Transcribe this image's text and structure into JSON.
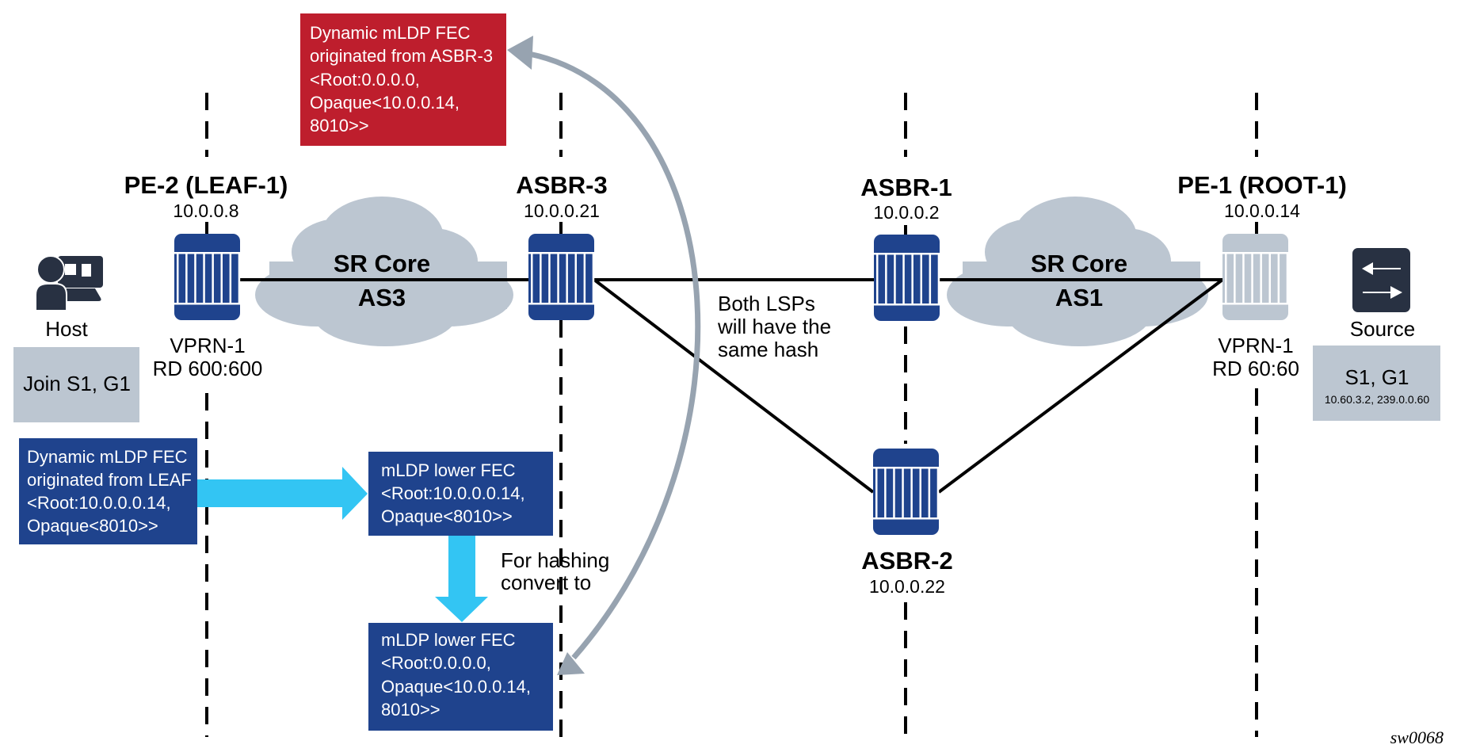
{
  "colors": {
    "router": "#1f438d",
    "router_faded": "#bcc6d1",
    "cloud": "#bcc6d1",
    "red_box": "#be1e2d",
    "blue_box": "#1f438d",
    "cyan_arrow": "#33c5f3",
    "gray_arrow": "#97a3b0",
    "icon_dark": "#283142",
    "gray_box": "#bcc6d1"
  },
  "nodes": {
    "pe2": {
      "name": "PE-2 (LEAF-1)",
      "ip": "10.0.0.8",
      "vprn": "VPRN-1",
      "rd": "RD 600:600"
    },
    "asbr3": {
      "name": "ASBR-3",
      "ip": "10.0.0.21"
    },
    "asbr1": {
      "name": "ASBR-1",
      "ip": "10.0.0.2"
    },
    "asbr2": {
      "name": "ASBR-2",
      "ip": "10.0.0.22"
    },
    "pe1": {
      "name": "PE-1 (ROOT-1)",
      "ip": "10.0.0.14",
      "vprn": "VPRN-1",
      "rd": "RD 60:60"
    }
  },
  "clouds": [
    {
      "line1": "SR Core",
      "line2": "AS3"
    },
    {
      "line1": "SR Core",
      "line2": "AS1"
    }
  ],
  "host": {
    "label": "Host",
    "icon": "host-user-icon",
    "box": "Join S1, G1"
  },
  "source": {
    "label": "Source",
    "icon": "switch-arrows-icon",
    "box_main": "S1, G1",
    "box_sub": "10.60.3.2, 239.0.0.60"
  },
  "red_box": {
    "lines": [
      "Dynamic mLDP FEC",
      "originated from ASBR-3",
      "<Root:0.0.0.0,",
      "Opaque<10.0.0.14,",
      "8010>>"
    ]
  },
  "leaf_box": {
    "lines": [
      "Dynamic mLDP FEC",
      "originated from LEAF",
      "<Root:10.0.0.0.14,",
      "Opaque<8010>>"
    ]
  },
  "lower_fec_1": {
    "lines": [
      "mLDP lower FEC",
      "<Root:10.0.0.0.14,",
      "Opaque<8010>>"
    ]
  },
  "lower_fec_2": {
    "lines": [
      "mLDP lower FEC",
      "<Root:0.0.0.0,",
      "Opaque<10.0.0.14,",
      "8010>>"
    ]
  },
  "hash_note": {
    "lines": [
      "Both LSPs",
      "will have the",
      "same hash"
    ]
  },
  "convert_note": {
    "lines": [
      "For hashing",
      "convert to"
    ]
  },
  "figure_id": "sw0068"
}
